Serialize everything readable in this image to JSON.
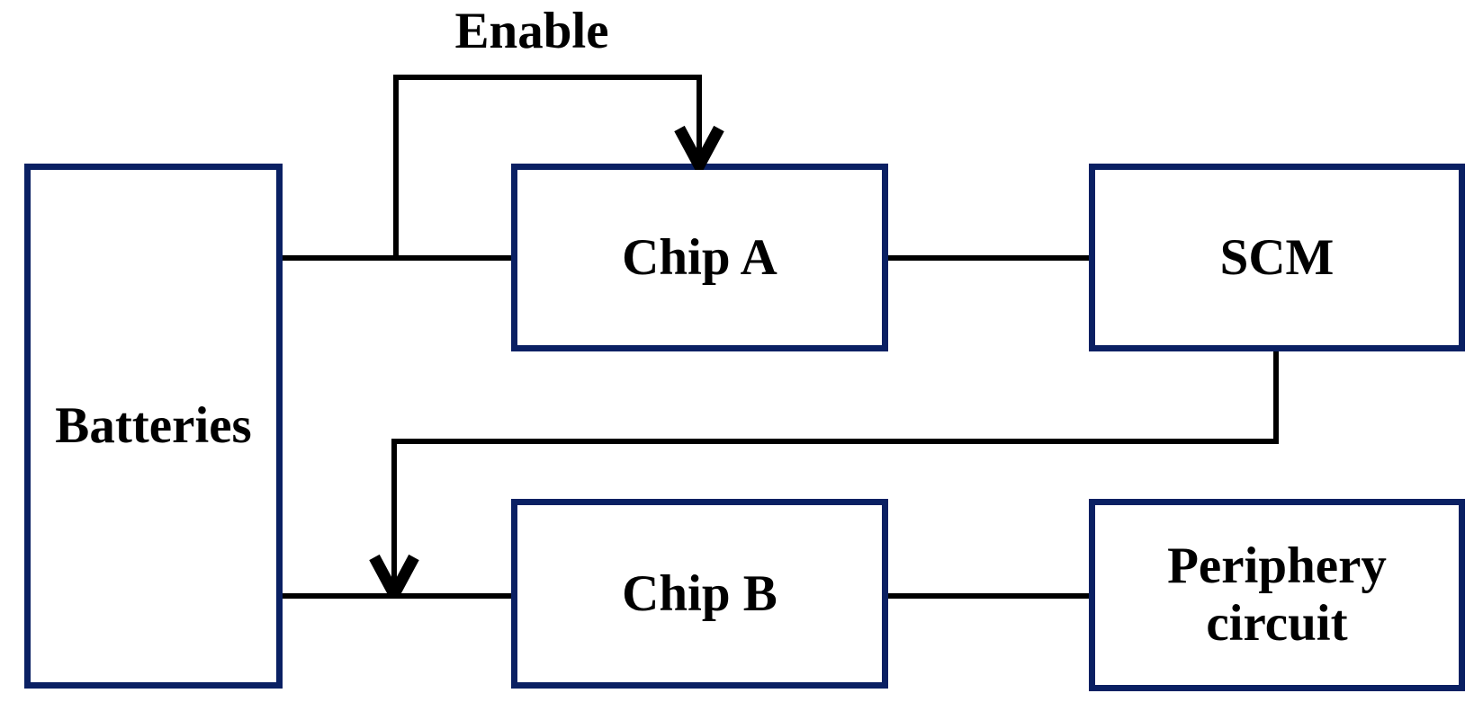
{
  "diagram": {
    "nodes": {
      "batteries": {
        "label": "Batteries"
      },
      "chip_a": {
        "label": "Chip A"
      },
      "scm": {
        "label": "SCM"
      },
      "chip_b": {
        "label": "Chip B"
      },
      "periphery": {
        "label": "Periphery circuit"
      }
    },
    "annotations": {
      "enable": {
        "label": "Enable"
      }
    },
    "edges": [
      {
        "from": "Batteries",
        "to": "Chip A",
        "type": "line",
        "label": ""
      },
      {
        "from": "Batteries",
        "to": "Chip A (top)",
        "type": "arrow",
        "label": "Enable"
      },
      {
        "from": "Chip A",
        "to": "SCM",
        "type": "line",
        "label": ""
      },
      {
        "from": "SCM",
        "to": "Batteries-Chip B line",
        "type": "arrow",
        "label": ""
      },
      {
        "from": "Batteries",
        "to": "Chip B",
        "type": "line",
        "label": ""
      },
      {
        "from": "Chip B",
        "to": "Periphery circuit",
        "type": "line",
        "label": ""
      }
    ],
    "colors": {
      "background": "#ffffff",
      "box_border": "#0a2063",
      "box_fill": "#ffffff",
      "line": "#000000",
      "text": "#000000"
    }
  }
}
